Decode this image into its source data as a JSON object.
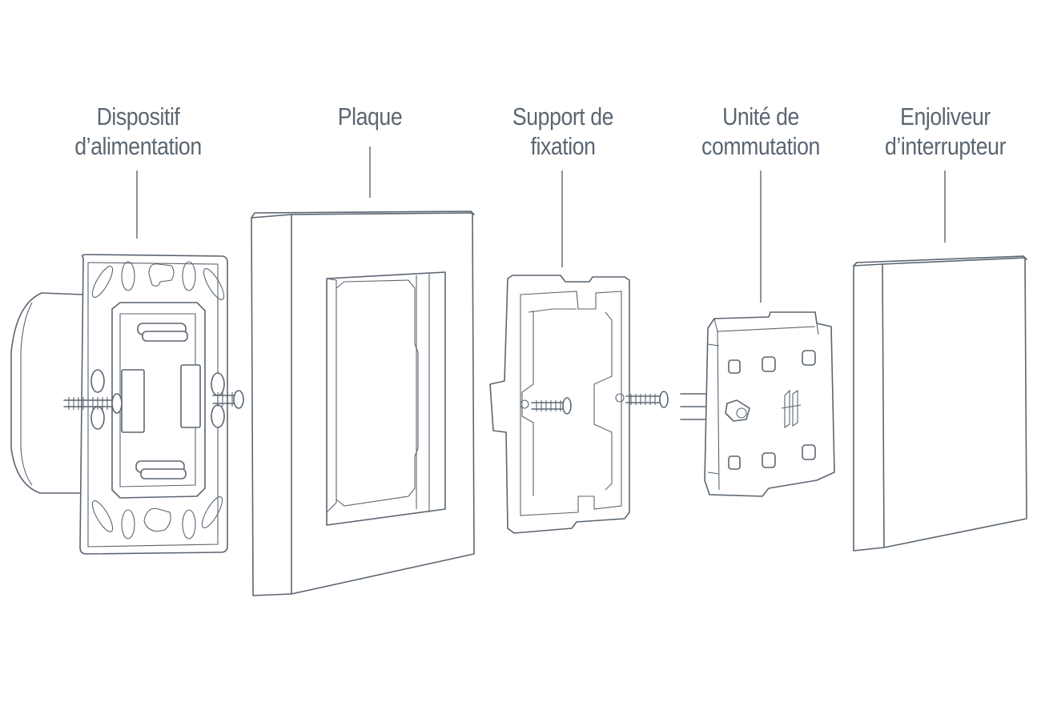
{
  "labels": [
    {
      "id": "dispositif",
      "line1": "Dispositif",
      "line2": "d’alimentation"
    },
    {
      "id": "plaque",
      "line1": "Plaque",
      "line2": ""
    },
    {
      "id": "support",
      "line1": "Support de",
      "line2": "fixation"
    },
    {
      "id": "unite",
      "line1": "Unité de",
      "line2": "commutation"
    },
    {
      "id": "enjoliveur",
      "line1": "Enjoliveur",
      "line2": "d’interrupteur"
    }
  ],
  "colors": {
    "line": "#5b6671",
    "background": "#ffffff"
  }
}
